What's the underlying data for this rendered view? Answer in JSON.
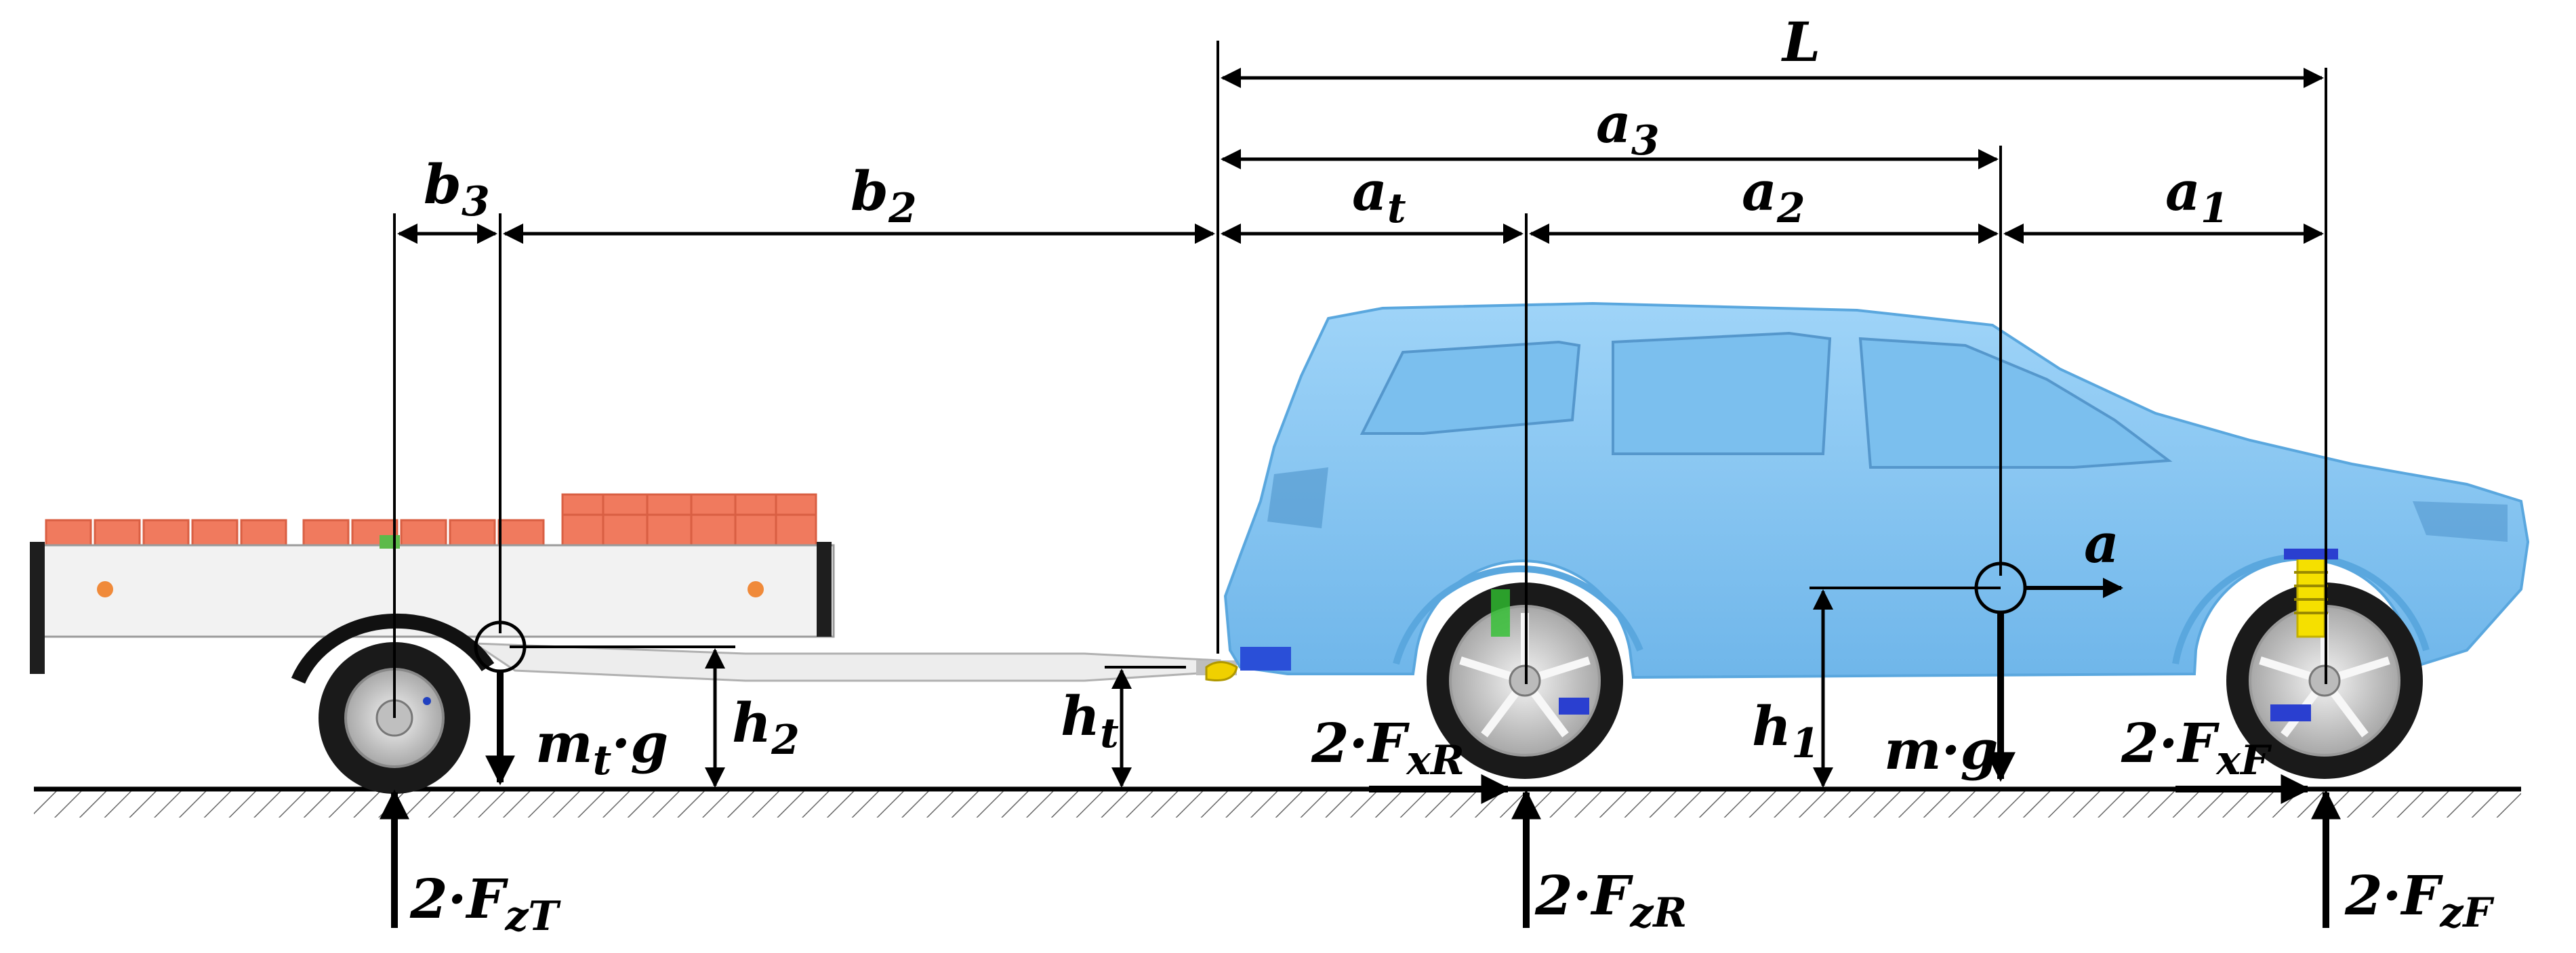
{
  "labels": {
    "L": "L",
    "a3_main": "a",
    "a3_sub": "3",
    "at_main": "a",
    "at_sub": "t",
    "a2_main": "a",
    "a2_sub": "2",
    "a1_main": "a",
    "a1_sub": "1",
    "b3_main": "b",
    "b3_sub": "3",
    "b2_main": "b",
    "b2_sub": "2",
    "h2_main": "h",
    "h2_sub": "2",
    "ht_main": "h",
    "ht_sub": "t",
    "h1_main": "h",
    "h1_sub": "1",
    "accel": "a",
    "mtg_m": "m",
    "mtg_t": "t",
    "mtg_rest": "·g",
    "mg": "m·g",
    "FxR_pre": "2·F",
    "FxR_sub": "xR",
    "FxF_pre": "2·F",
    "FxF_sub": "xF",
    "FzT_pre": "2·F",
    "FzT_sub": "zT",
    "FzR_pre": "2·F",
    "FzR_sub": "zR",
    "FzF_pre": "2·F",
    "FzF_sub": "zF"
  },
  "colors": {
    "car_body": "#8ecbf5",
    "car_dark": "#5aa7de",
    "trailer_box": "#f2f2f2",
    "trailer_crates": "#f07a5e",
    "tire": "#1a1a1a",
    "rim": "#d8d8d8",
    "ground_hatch": "#555555",
    "spring": "#f5e000"
  }
}
